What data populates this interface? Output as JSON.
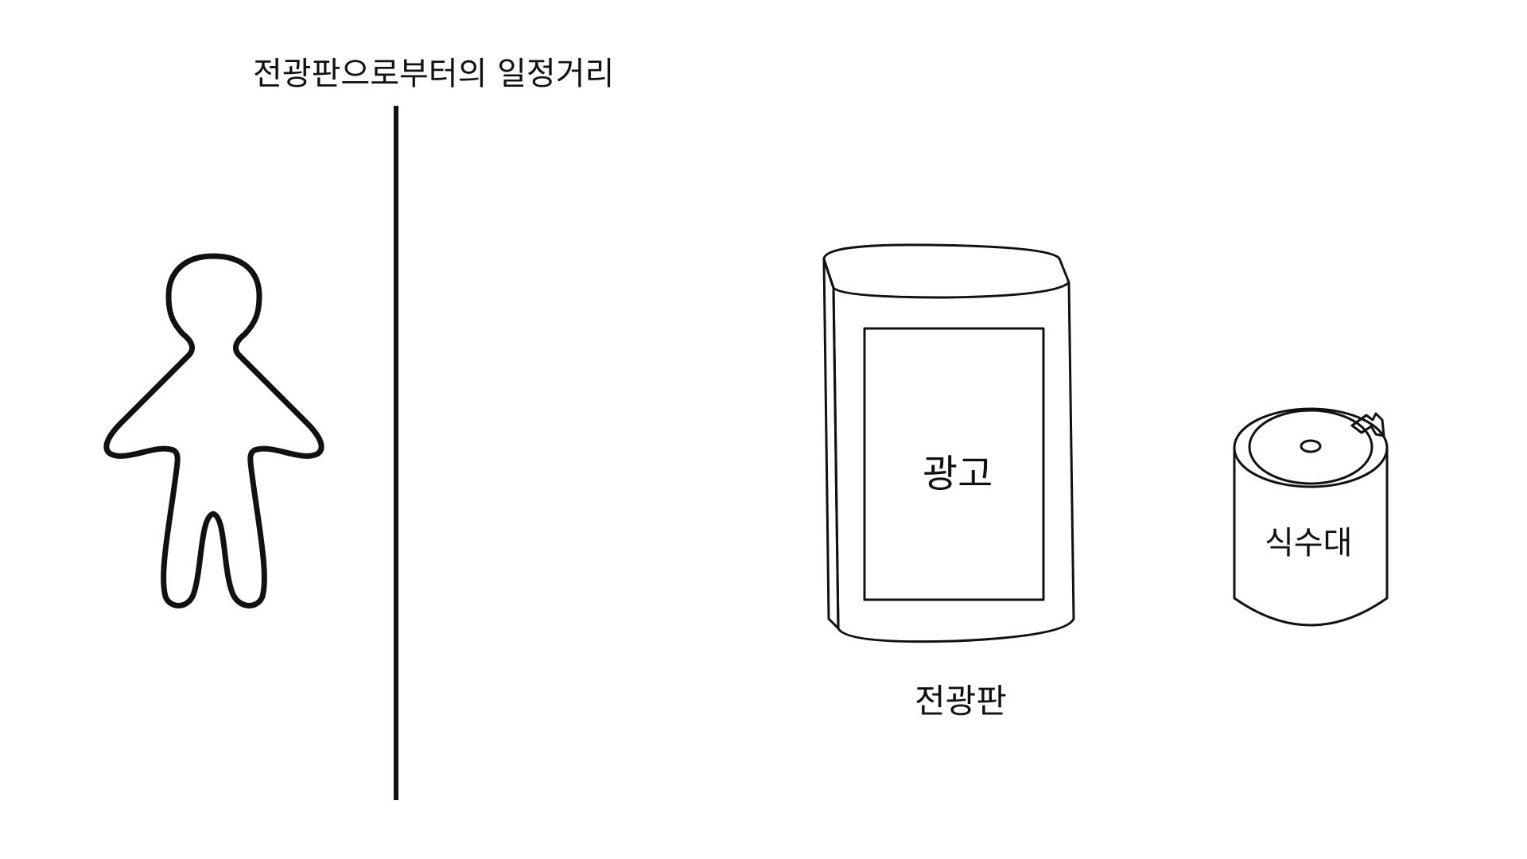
{
  "labels": {
    "distance": "전광판으로부터의 일정거리",
    "ad": "광고",
    "billboard": "전광판",
    "fountain": "식수대"
  },
  "colors": {
    "stroke": "#111111",
    "background": "#ffffff"
  },
  "icons": {
    "person": "person-outline-icon",
    "billboard": "billboard-icon",
    "fountain": "drinking-fountain-icon"
  }
}
